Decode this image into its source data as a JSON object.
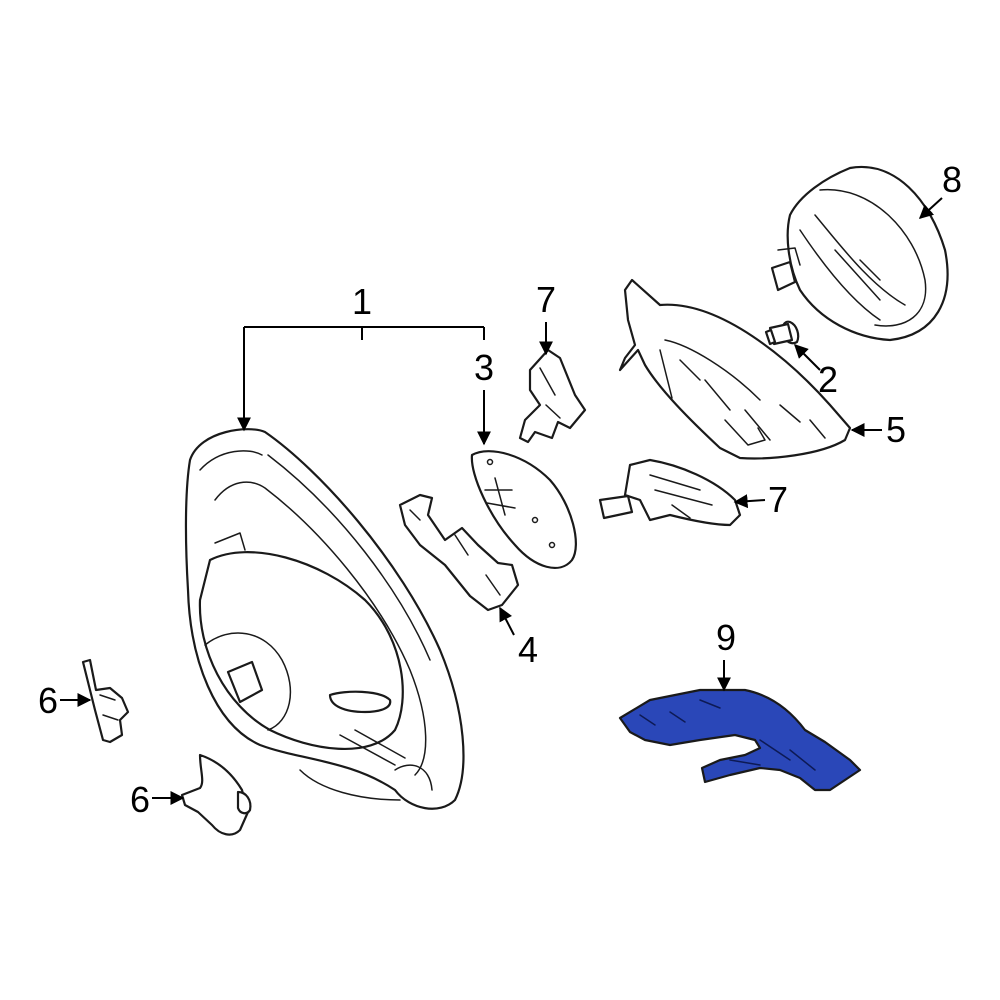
{
  "callouts": {
    "c1": "1",
    "c2": "2",
    "c3": "3",
    "c4": "4",
    "c5": "5",
    "c6a": "6",
    "c6b": "6",
    "c7a": "7",
    "c7b": "7",
    "c8": "8",
    "c9": "9"
  },
  "colors": {
    "highlight": "#2a47b8",
    "line": "#1a1a1a",
    "background": "#ffffff"
  }
}
